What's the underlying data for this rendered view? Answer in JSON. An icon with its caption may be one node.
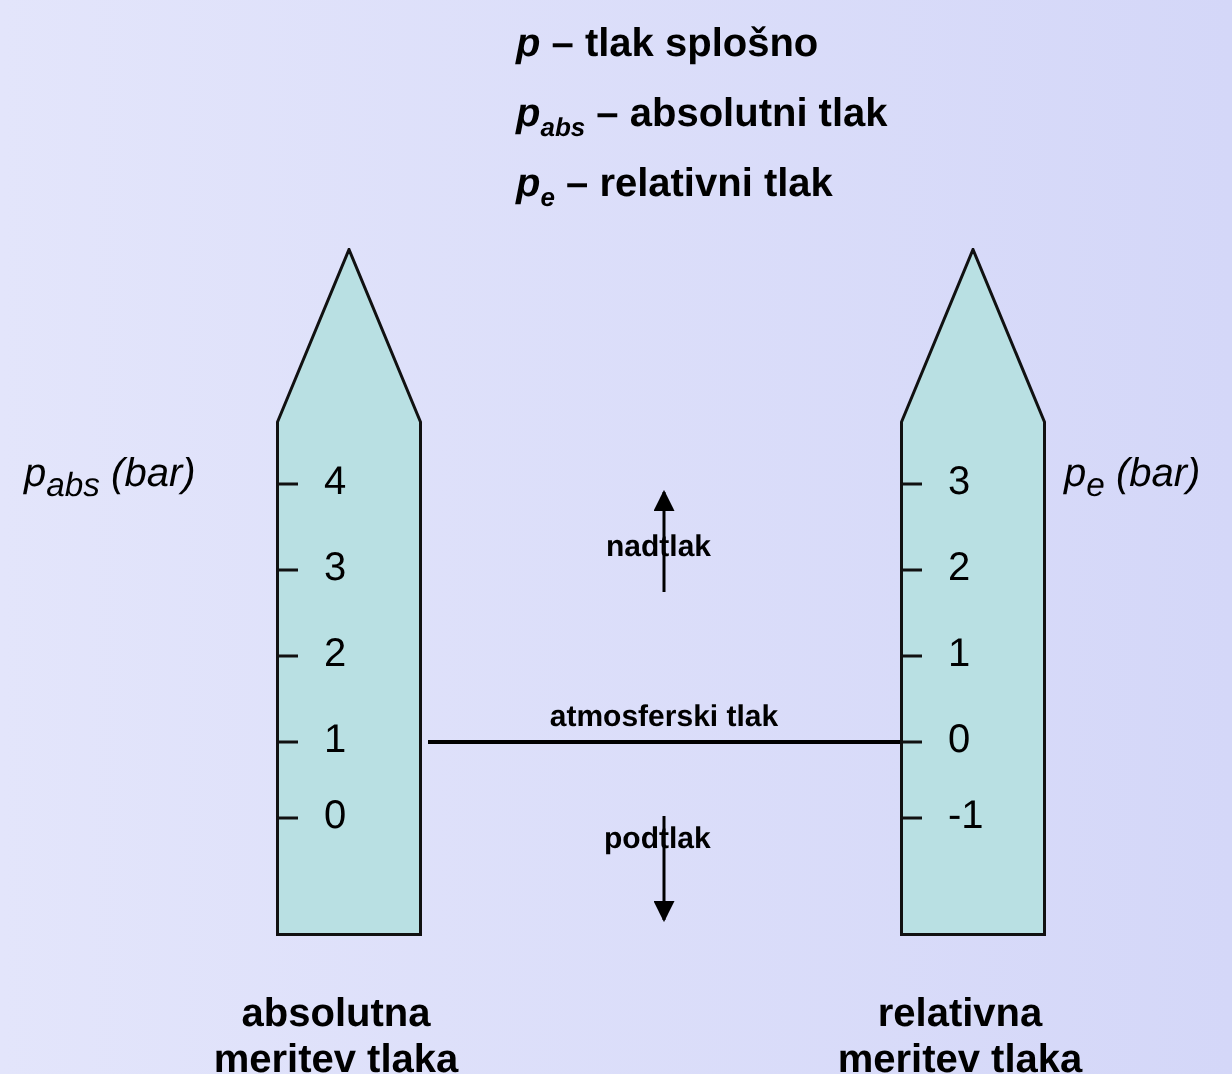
{
  "diagram": {
    "nodes": [
      {
        "text": [
          "4",
          "3",
          "2",
          "1",
          "0"
        ],
        "beside": [
          "p$_{abs}$ (bar)",
          "absolutna meritev tlaka"
        ]
      },
      {
        "text": [
          "3",
          "2",
          "1",
          "0",
          "-1"
        ],
        "beside": [
          "p$_{e}$ (bar)",
          "relativna meritev tlaka"
        ]
      }
    ],
    "edges": [
      {
        "from": 0,
        "to": 1,
        "arrow": "none",
        "label": "atmosferski tlak"
      }
    ],
    "labels": [
      "*p* – tlak splošno",
      "*p*$_{abs}$ – absolutni tlak",
      "*p*$_{e}$ – relativni tlak",
      "nadtlak",
      "podtlak"
    ]
  }
}
